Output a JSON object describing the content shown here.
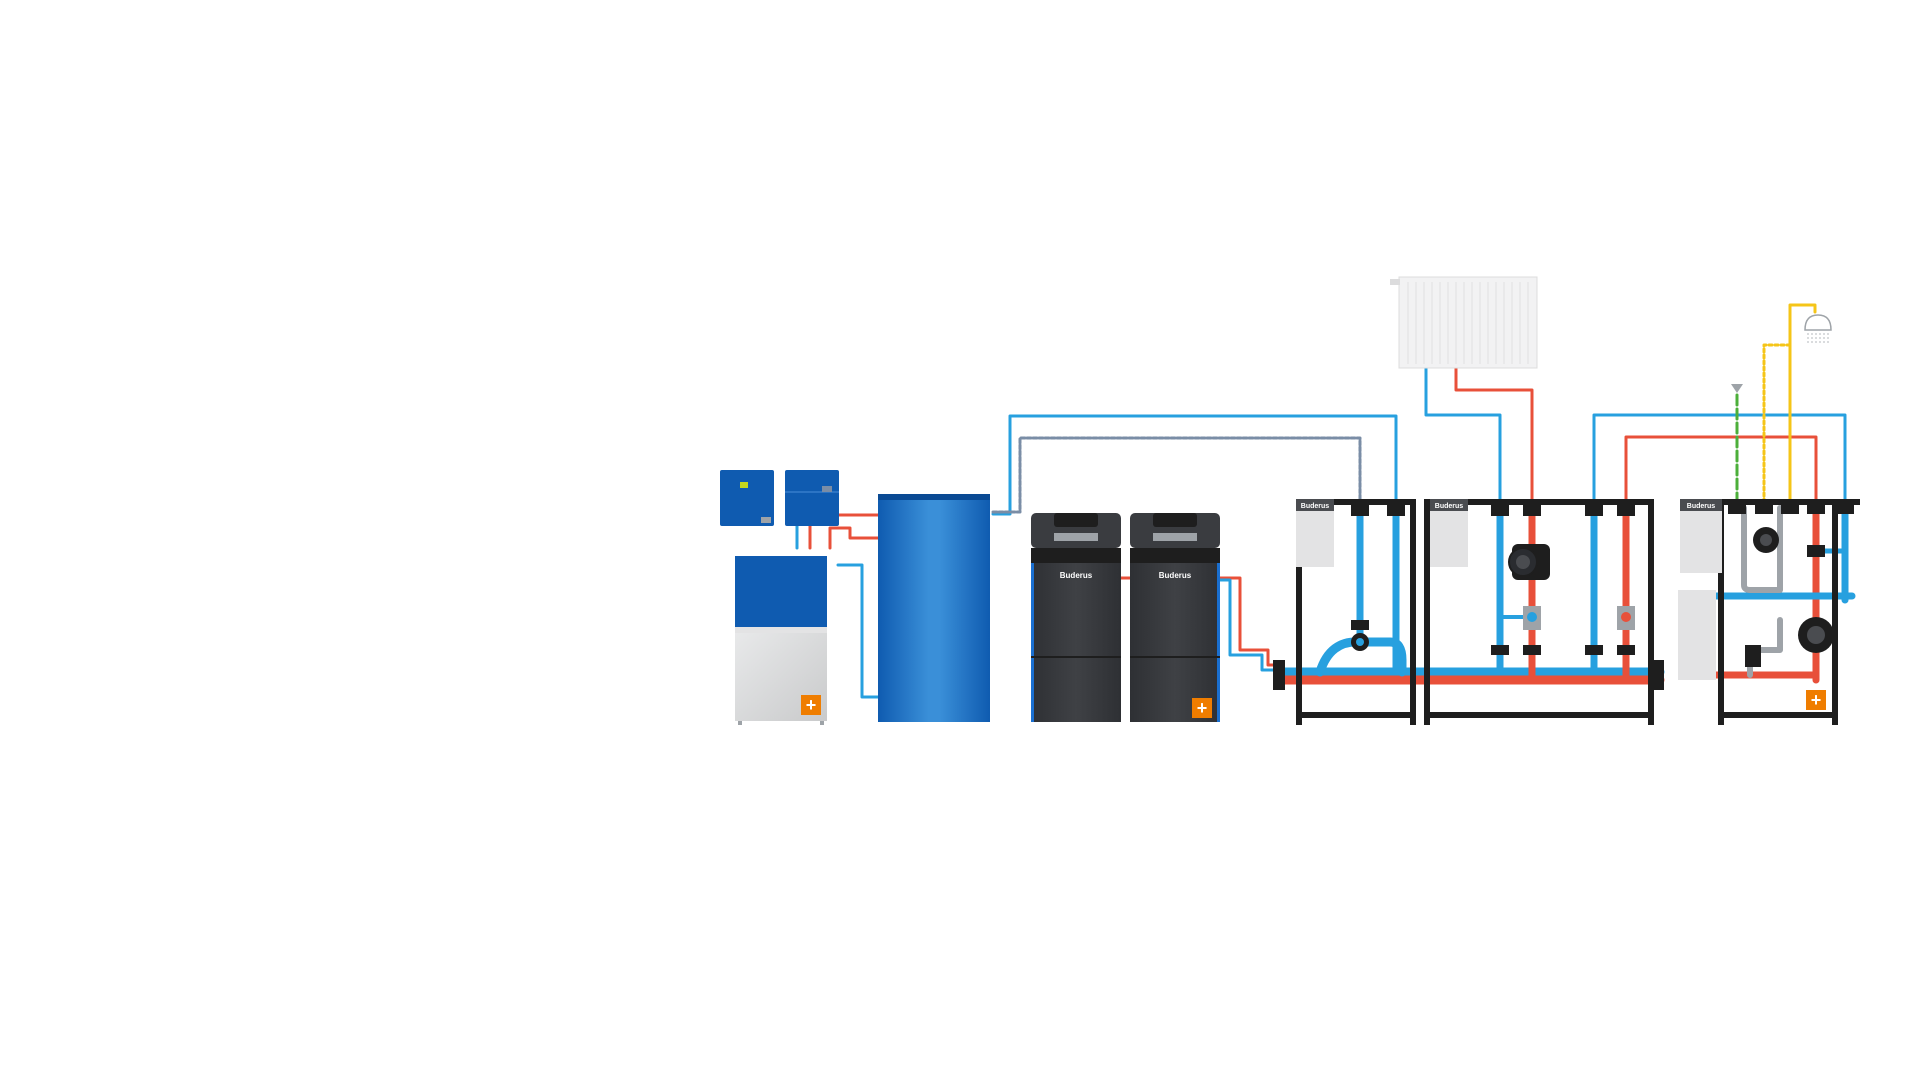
{
  "brand": {
    "logo_text": "Buderus"
  },
  "hotspots": {
    "plus_symbol": "+",
    "items": [
      {
        "id": "hotspot-heat-pump",
        "target": "heat-pump-unit"
      },
      {
        "id": "hotspot-boilers",
        "target": "boiler-2"
      },
      {
        "id": "hotspot-dhw-station",
        "target": "dhw-station"
      }
    ]
  },
  "colors": {
    "background": "#ffffff",
    "supply_pipe": "#e8503a",
    "return_pipe": "#27a0df",
    "gas_pipe": "#7a8da6",
    "dhw_hot_pipe": "#f5c518",
    "cold_water_pipe": "#4caf3a",
    "circulation_pipe": "#9ea3a8",
    "device_blue": "#0f5bb0",
    "boiler_dark": "#3a3c40",
    "frame_black": "#1e1e1e",
    "panel_grey": "#e3e3e4",
    "hotspot_orange": "#ef7d00"
  },
  "components": [
    {
      "name": "heat-pump-controller-1",
      "label_icon": "controller-icon"
    },
    {
      "name": "heat-pump-controller-2",
      "label_icon": "controller-icon"
    },
    {
      "name": "heat-pump-unit",
      "label_icon": "heat-pump-icon"
    },
    {
      "name": "buffer-tank",
      "label_icon": "tank-icon"
    },
    {
      "name": "boiler-1",
      "label_icon": "boiler-icon"
    },
    {
      "name": "boiler-2",
      "label_icon": "boiler-icon"
    },
    {
      "name": "hydraulic-separator-module",
      "label_icon": "manifold-icon"
    },
    {
      "name": "heating-circuit-module",
      "label_icon": "pump-group-icon"
    },
    {
      "name": "radiator",
      "label_icon": "radiator-icon"
    },
    {
      "name": "dhw-station",
      "label_icon": "fresh-water-station-icon"
    },
    {
      "name": "shower",
      "label_icon": "shower-icon"
    }
  ]
}
